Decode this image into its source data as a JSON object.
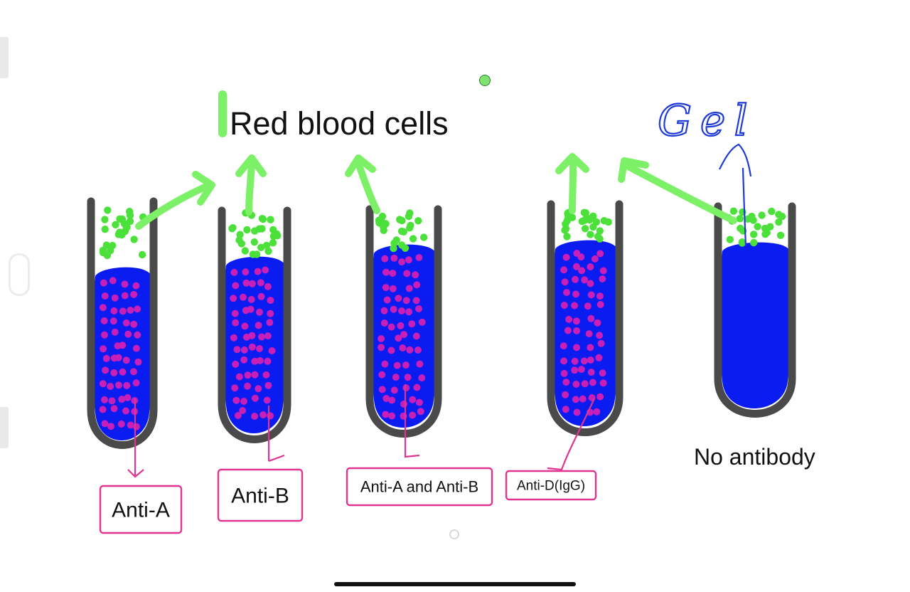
{
  "title": "Red blood cells",
  "gel_label": "Gel",
  "no_antibody_label": "No antibody",
  "tubes": [
    {
      "label": "Anti-A"
    },
    {
      "label": "Anti-B"
    },
    {
      "label": "Anti-A and Anti-B"
    },
    {
      "label": "Anti-D(IgG)"
    },
    {
      "label": ""
    }
  ],
  "colors": {
    "tube_wall": "#4a4a4a",
    "gel": "#0a1cf0",
    "rbc_agglutinated": "#c81fb8",
    "rbc_free": "#4be13a",
    "arrow": "#7cf067",
    "label_box": "#e0358f",
    "gel_annotation": "#1f3ad6"
  }
}
